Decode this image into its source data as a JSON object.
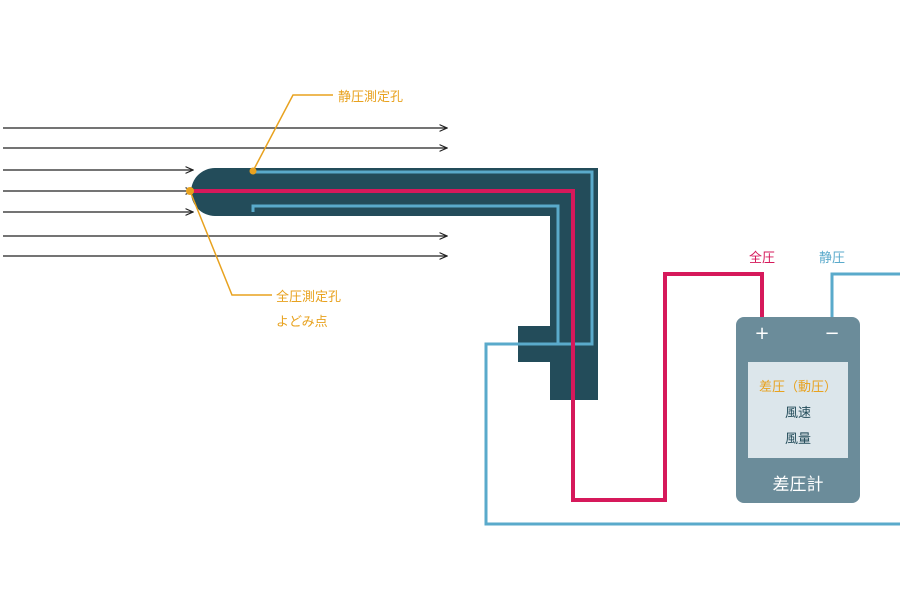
{
  "labels": {
    "static_hole": "静圧測定孔",
    "total_hole": "全圧測定孔",
    "stagnation_point": "よどみ点",
    "total_pressure": "全圧",
    "static_pressure": "静圧",
    "plus": "+",
    "minus": "−"
  },
  "manometer": {
    "display_line1": "差圧（動圧）",
    "display_line2": "風速",
    "display_line3": "風量",
    "name": "差圧計"
  },
  "colors": {
    "tube": "#234c5a",
    "total_line": "#d6195b",
    "static_line": "#5aaacb",
    "annotation": "#e8a21f",
    "device": "#6b8c9a",
    "screen": "#dce6eb",
    "arrow": "#222222"
  }
}
